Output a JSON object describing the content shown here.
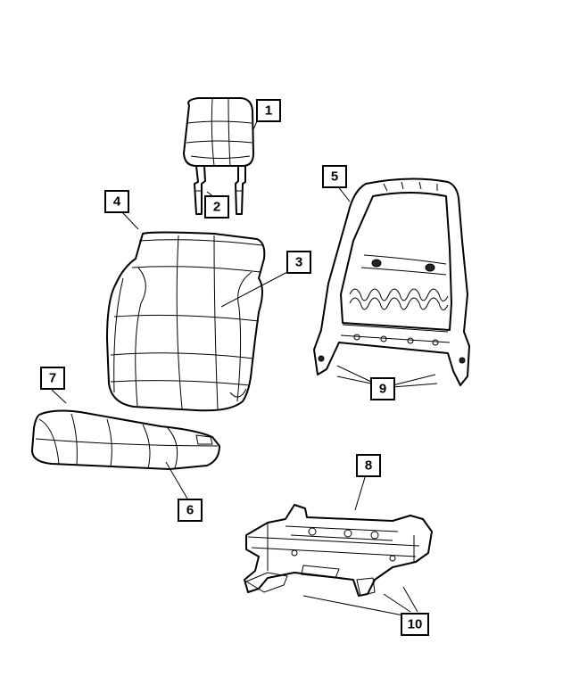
{
  "callouts": [
    {
      "id": "1",
      "part": "headrest"
    },
    {
      "id": "2",
      "part": "headrest-guide-posts"
    },
    {
      "id": "3",
      "part": "seat-back-cover"
    },
    {
      "id": "4",
      "part": "seat-back-cushion"
    },
    {
      "id": "5",
      "part": "seat-back-frame"
    },
    {
      "id": "6",
      "part": "seat-cushion-cover"
    },
    {
      "id": "7",
      "part": "seat-cushion-foam"
    },
    {
      "id": "8",
      "part": "seat-adjuster-track"
    },
    {
      "id": "9",
      "part": "frame-bolts"
    },
    {
      "id": "10",
      "part": "track-bolts"
    }
  ]
}
